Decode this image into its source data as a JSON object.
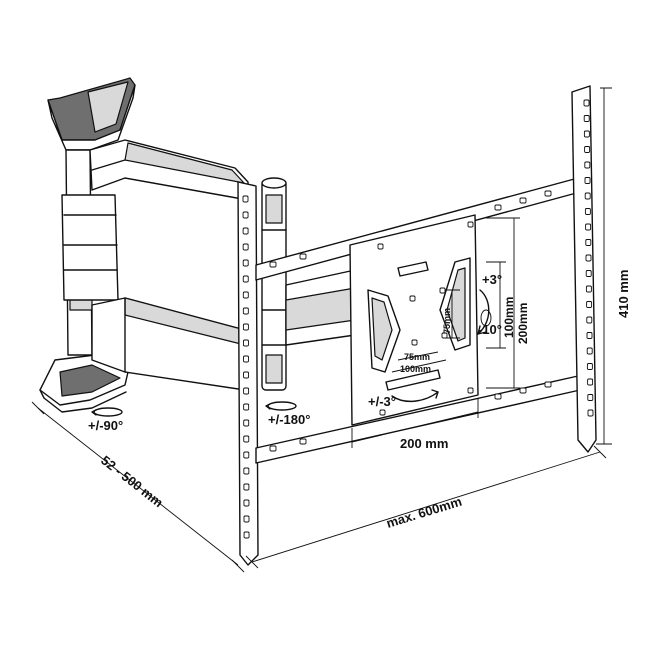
{
  "labels": {
    "swivel_plate": "+/-90°",
    "swivel_arm": "+/-180°",
    "rotation": "+/-3°",
    "tilt_up": "+3°",
    "tilt_down": "-10°",
    "vesa_75_h": "75mm",
    "vesa_75_v": "75mm",
    "vesa_100_h": "100mm",
    "vesa_100_v": "100mm",
    "vesa_200_v": "200mm",
    "width_200": "200 mm",
    "height_410": "410 mm",
    "extension": "52 - 500 mm",
    "max_width": "max. 600mm"
  },
  "colors": {
    "line": "#111111",
    "fill_light": "#d9d9d9",
    "fill_dark": "#6f6f6f"
  }
}
